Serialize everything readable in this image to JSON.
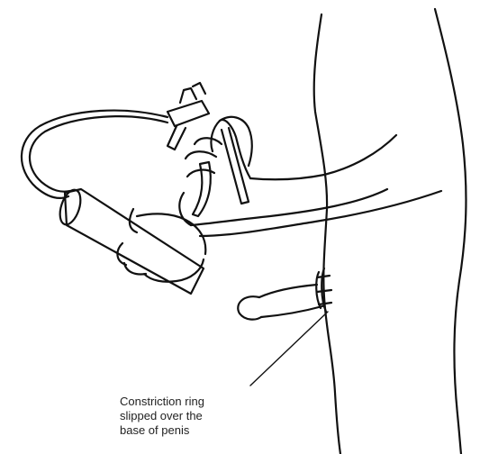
{
  "caption": {
    "lines": [
      "Constriction ring",
      "slipped over the",
      "base of penis"
    ]
  }
}
